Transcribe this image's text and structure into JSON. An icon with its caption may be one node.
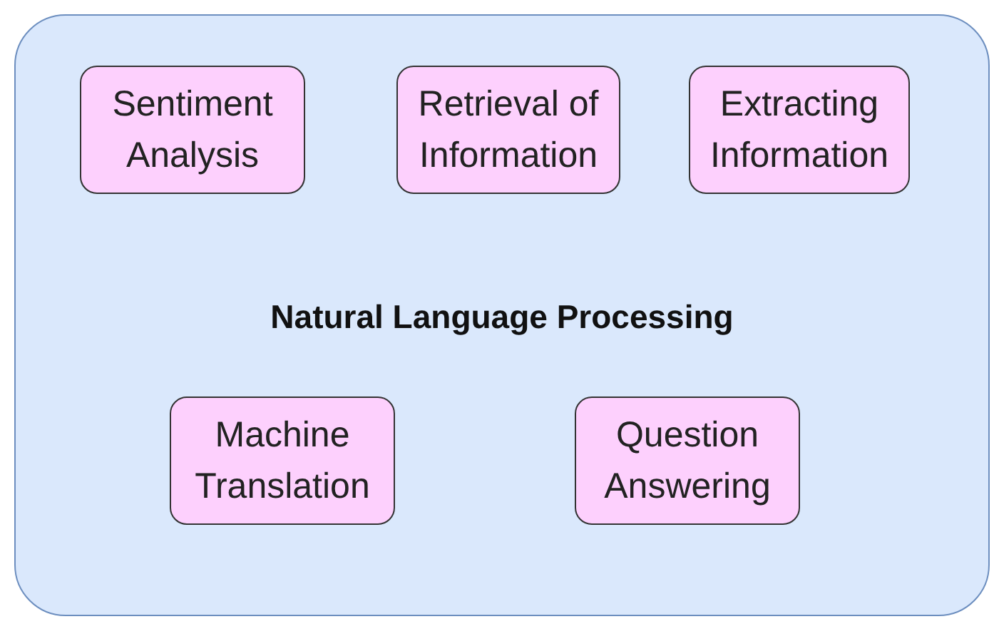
{
  "diagram": {
    "nodes": [
      {
        "text": [
          "Natural Language Processing"
        ]
      },
      {
        "text": [
          "Sentiment Analysis"
        ],
        "in": 0
      },
      {
        "text": [
          "Retrieval of Information"
        ],
        "in": 0
      },
      {
        "text": [
          "Extracting Information"
        ],
        "in": 0
      },
      {
        "text": [
          "Machine Translation"
        ],
        "in": 0
      },
      {
        "text": [
          "Question Answering"
        ],
        "in": 0
      }
    ]
  }
}
